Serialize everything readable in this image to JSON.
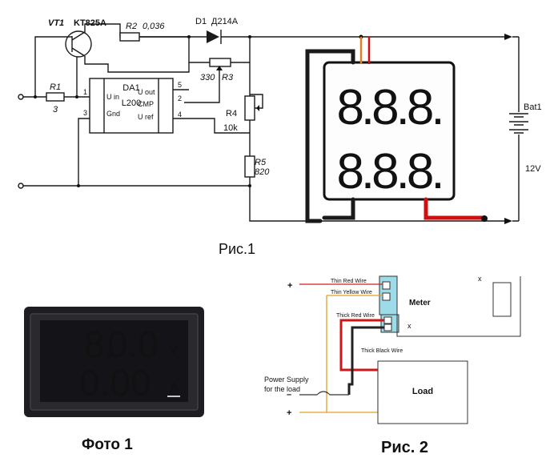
{
  "schematic": {
    "vt1_name": "VT1",
    "vt1_type": "KT825A",
    "r1_name": "R1",
    "r1_value": "3",
    "r2_name": "R2",
    "r2_value": "0,036",
    "d1_name": "D1",
    "d1_type": "Д214А",
    "r3_value": "330",
    "r3_name": "R3",
    "r4_name": "R4",
    "r4_value": "10k",
    "r5_name": "R5",
    "r5_value": "820",
    "da1_name": "DA1",
    "da1_type": "L200",
    "pin_uin": "U in",
    "pin_gnd": "Gnd",
    "pin_uout": "U out",
    "pin_cmp": "CMP",
    "pin_uref": "U ref",
    "pin_1": "1",
    "pin_3": "3",
    "pin_5": "5",
    "pin_2": "2",
    "pin_4": "4",
    "battery_name": "Bat1",
    "battery_voltage": "12V",
    "meter_digits_top": "8.8.8.",
    "meter_digits_bottom": "8.8.8.",
    "caption": "Рис.1"
  },
  "photo": {
    "voltage_reading": "0.0",
    "voltage_dim_digit": "8.",
    "current_reading": "0.00",
    "voltage_unit": "V",
    "current_unit": "A",
    "caption": "Фото 1",
    "colors": {
      "voltage": "#ff2030",
      "current": "#8a3cff",
      "body": "#1e1e22"
    }
  },
  "wiring": {
    "thin_red": "Thin Red Wire",
    "thin_yellow": "Thin Yellow Wire",
    "thick_red": "Thick Red Wire",
    "thick_black": "Thick Black Wire",
    "meter": "Meter",
    "x_mark": "x",
    "supply_line1": "Power Supply",
    "supply_line2": "for the load",
    "minus": "–",
    "plus": "+",
    "load": "Load",
    "caption": "Рис. 2"
  }
}
